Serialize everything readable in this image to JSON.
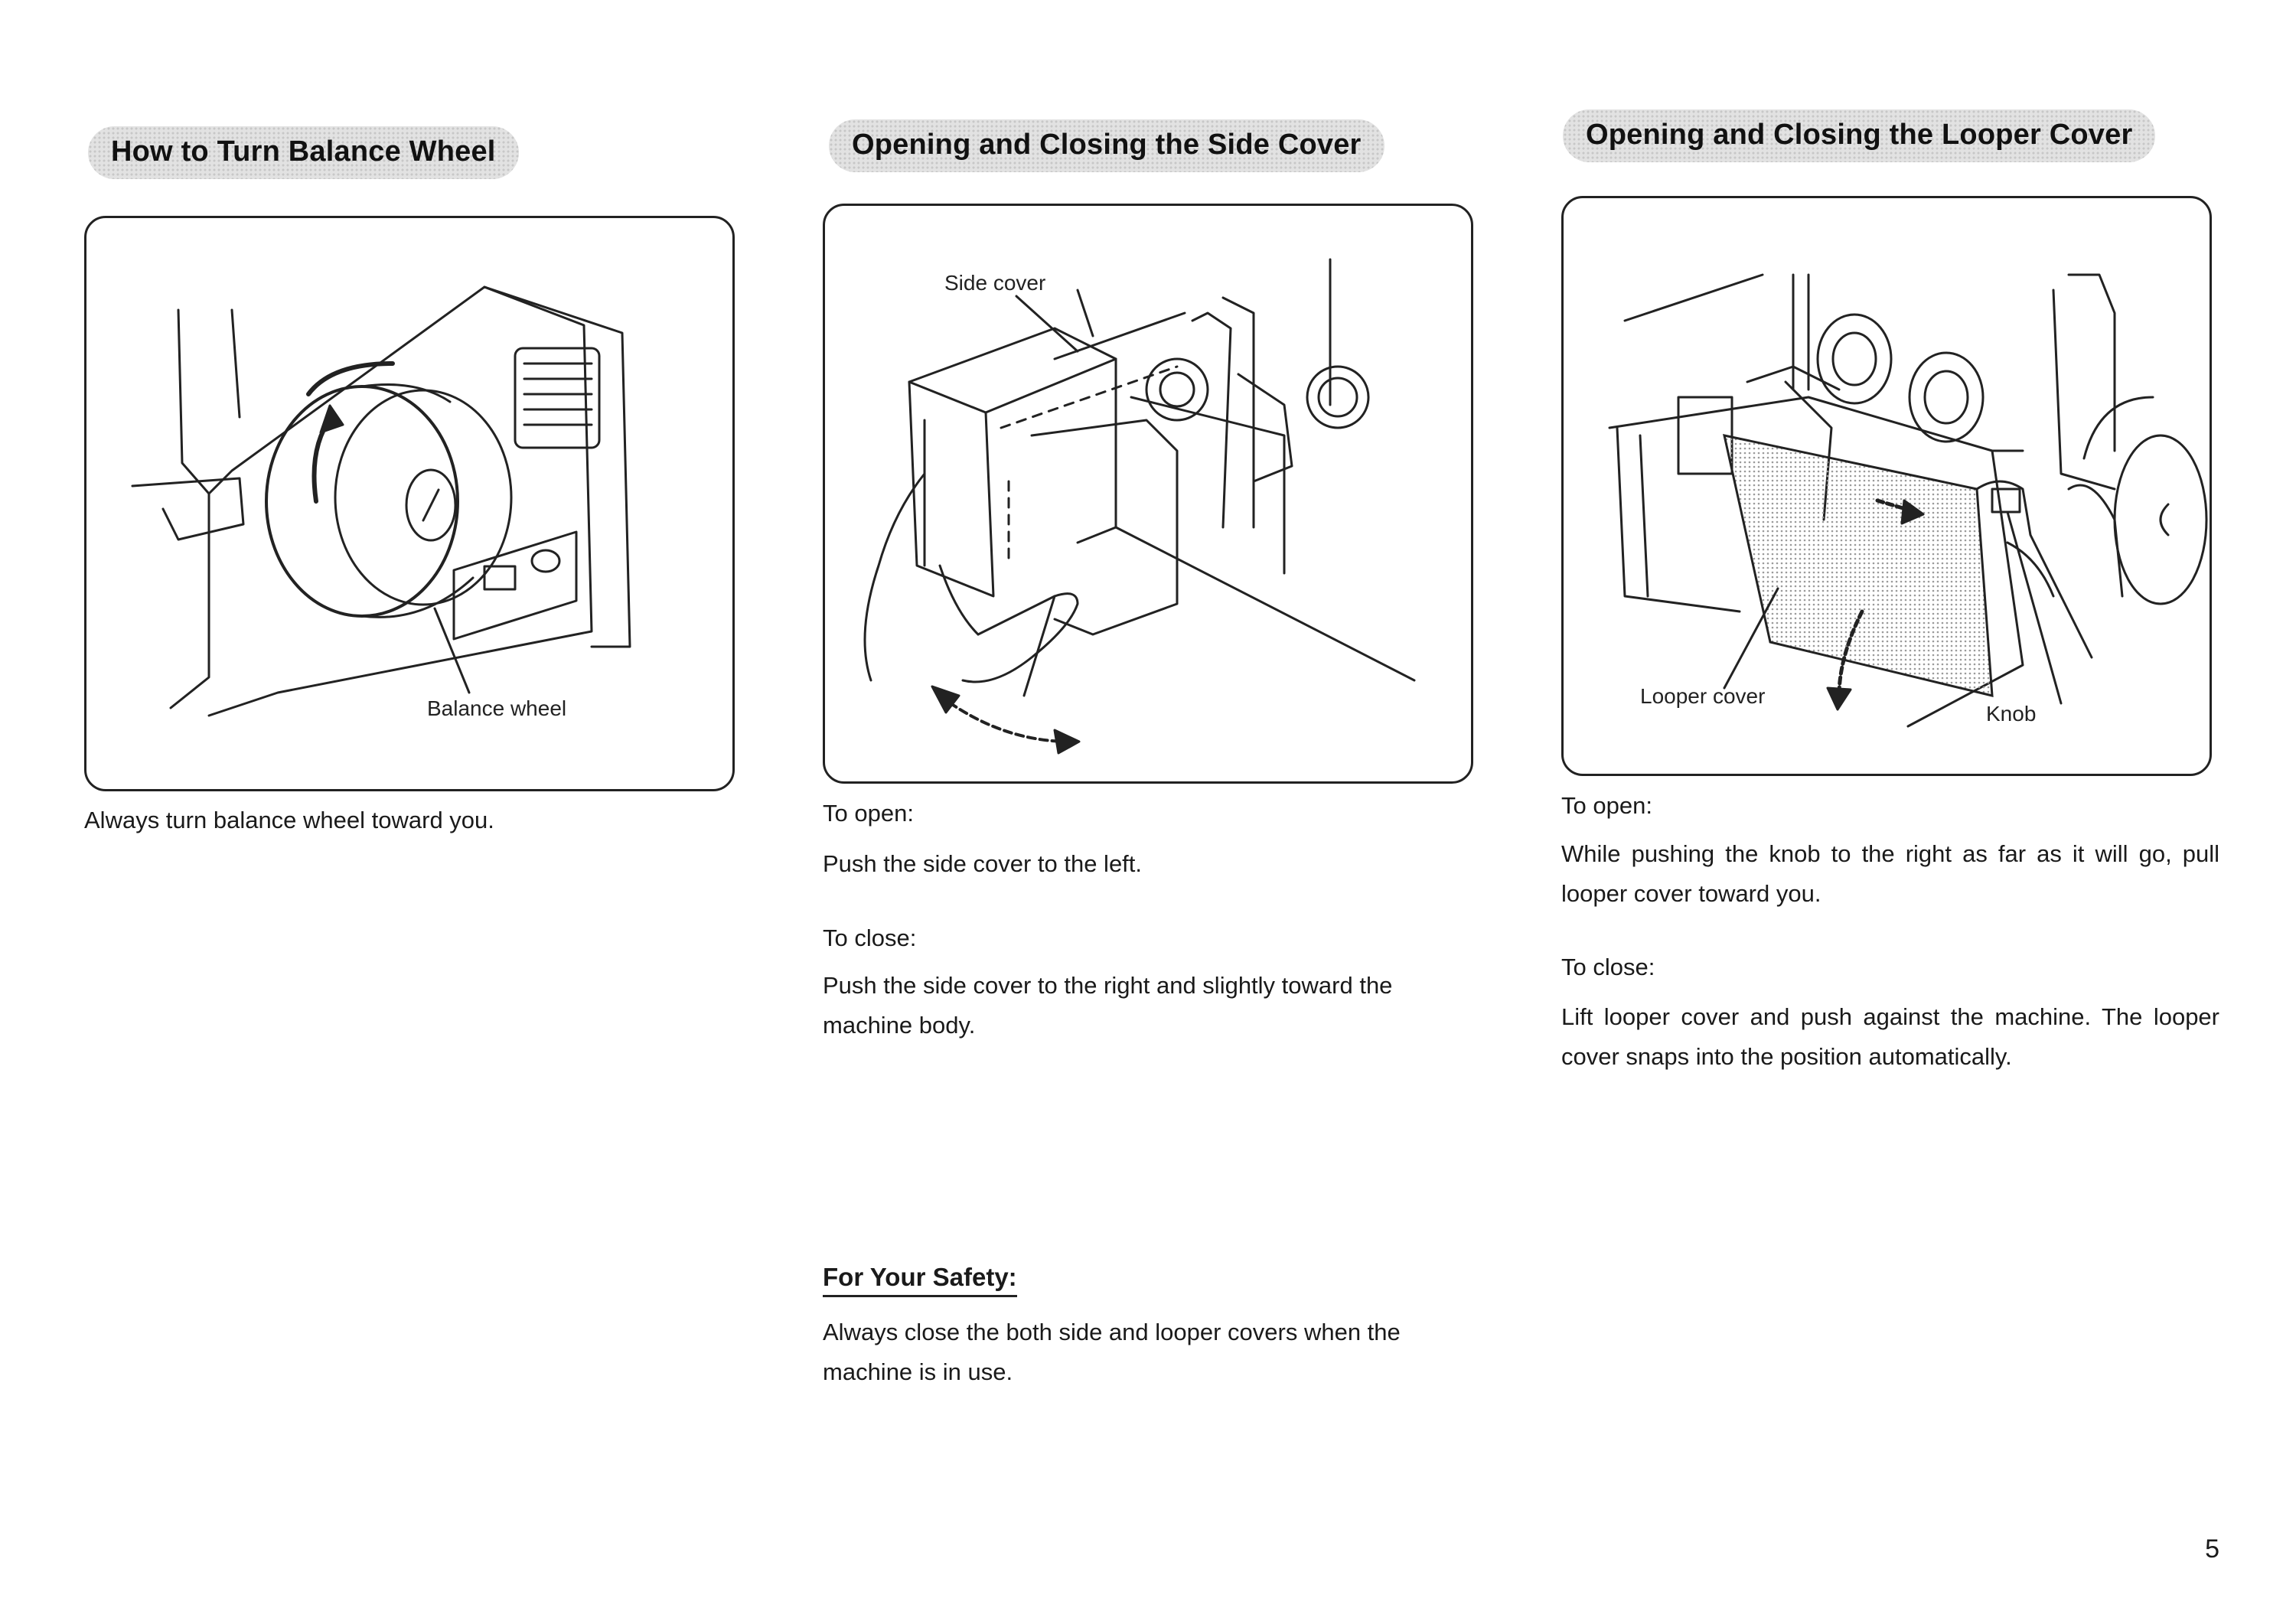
{
  "page_number": "5",
  "sections": [
    {
      "heading": "How to Turn Balance Wheel",
      "callouts": [
        "Balance wheel"
      ],
      "caption": "Always turn balance wheel toward you."
    },
    {
      "heading": "Opening and Closing the Side Cover",
      "callouts": [
        "Side cover"
      ],
      "open_label": "To open:",
      "open_text": "Push the side cover to the left.",
      "close_label": "To close:",
      "close_text": "Push the side cover to the right and slightly toward the machine body.",
      "safety_title": "For Your Safety:",
      "safety_text": "Always close the both side and looper covers when the machine is in use."
    },
    {
      "heading": "Opening and Closing the Looper Cover",
      "callouts": [
        "Looper cover",
        "Knob"
      ],
      "open_label": "To open:",
      "open_text": "While pushing the knob to the right as far as it will go, pull looper cover toward you.",
      "close_label": "To close:",
      "close_text": "Lift looper cover and push against the machine. The looper cover snaps into the position automatically."
    }
  ]
}
